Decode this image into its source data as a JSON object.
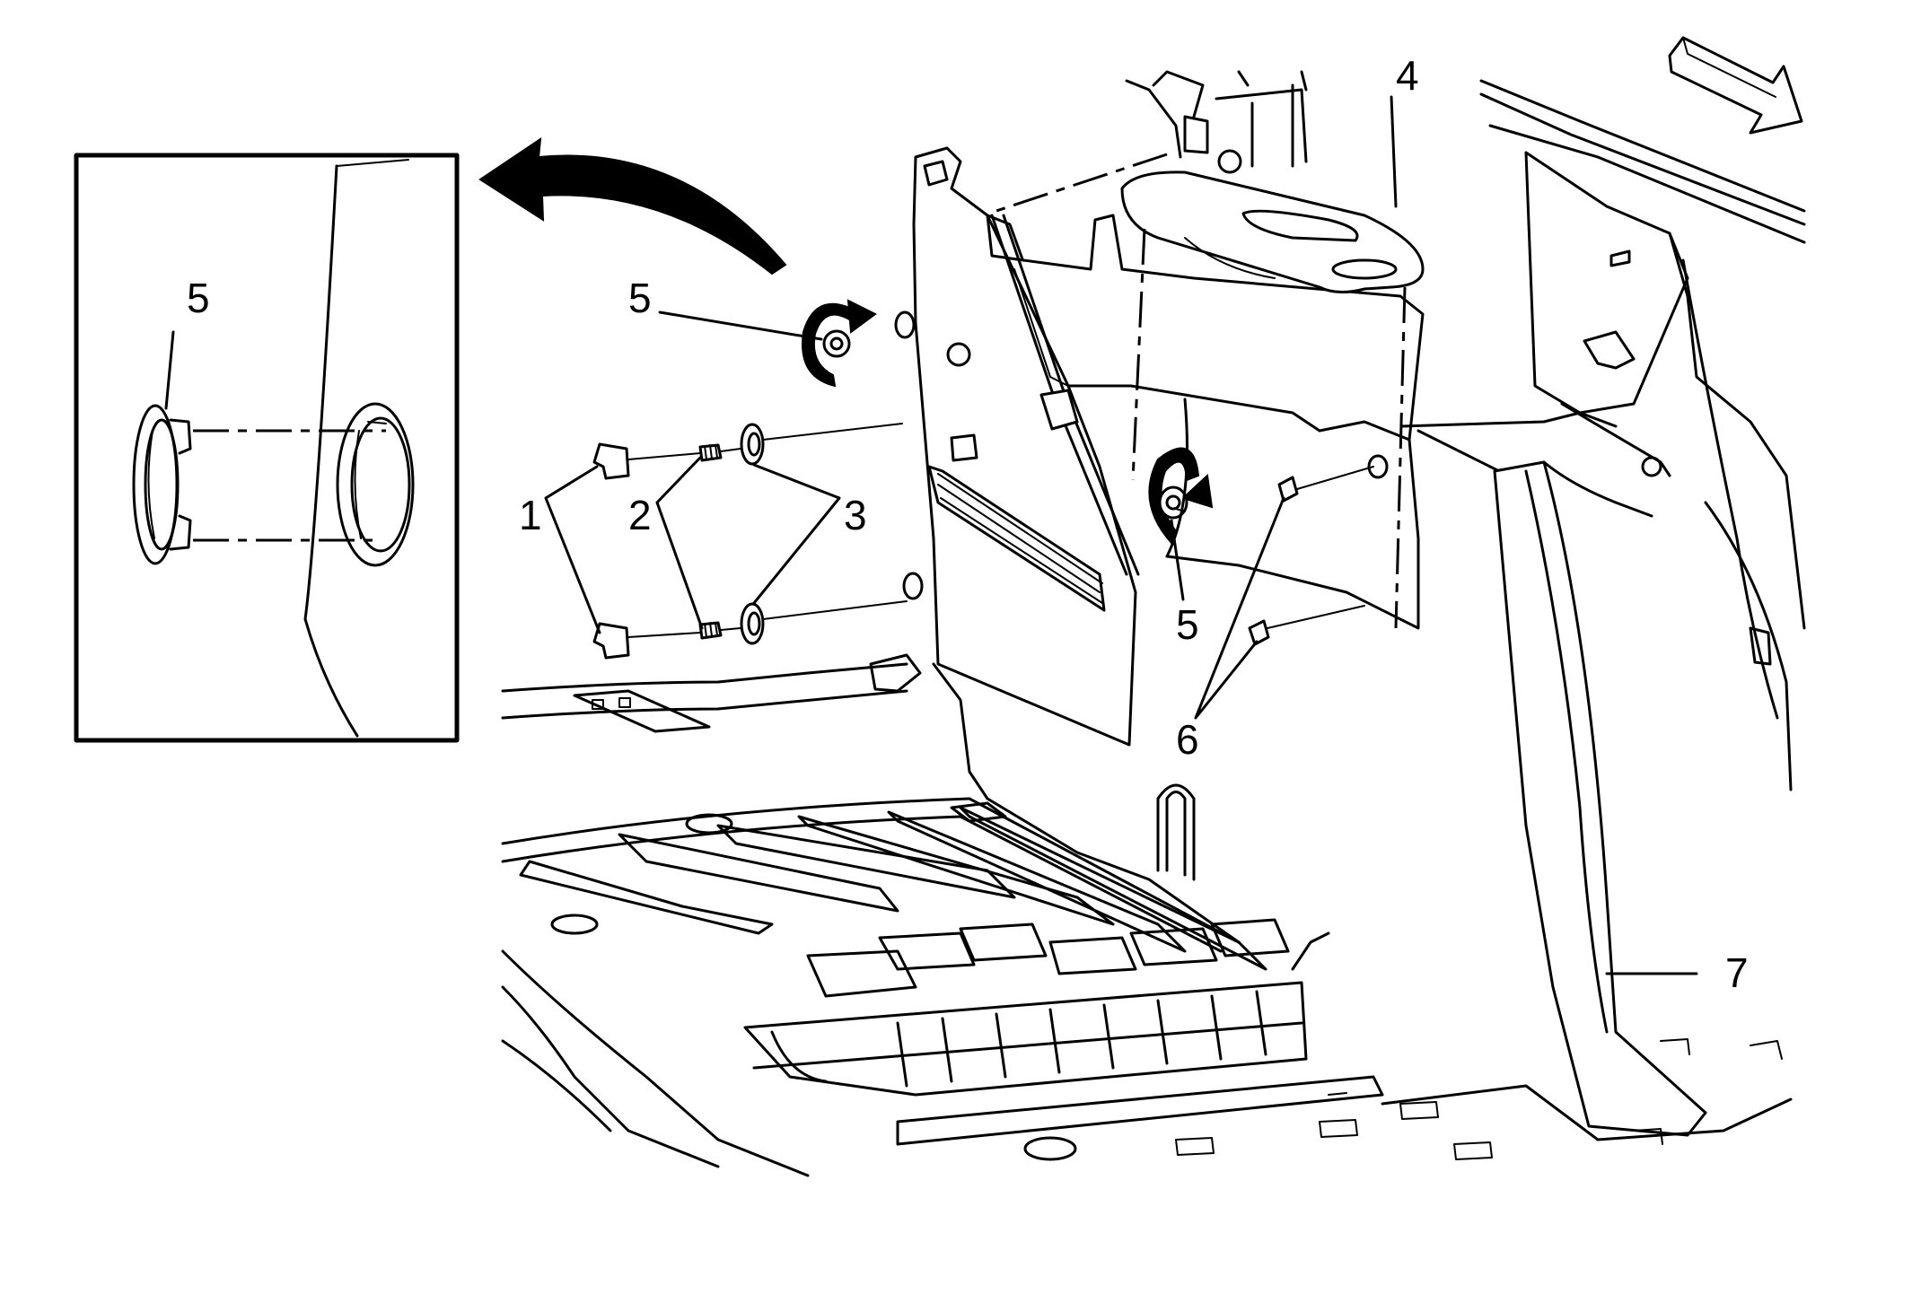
{
  "callouts": {
    "c1": "1",
    "c2": "2",
    "c3": "3",
    "c4": "4",
    "c5_left": "5",
    "c5_center": "5",
    "c5_inset": "5",
    "c6": "6",
    "c7": "7"
  },
  "icons": {
    "direction_arrow": "front-direction-arrow-icon",
    "rotation_left": "counterclockwise-rotation-icon",
    "rotation_center": "counterclockwise-rotation-icon",
    "detail_arrow": "curved-detail-arrow-icon"
  }
}
